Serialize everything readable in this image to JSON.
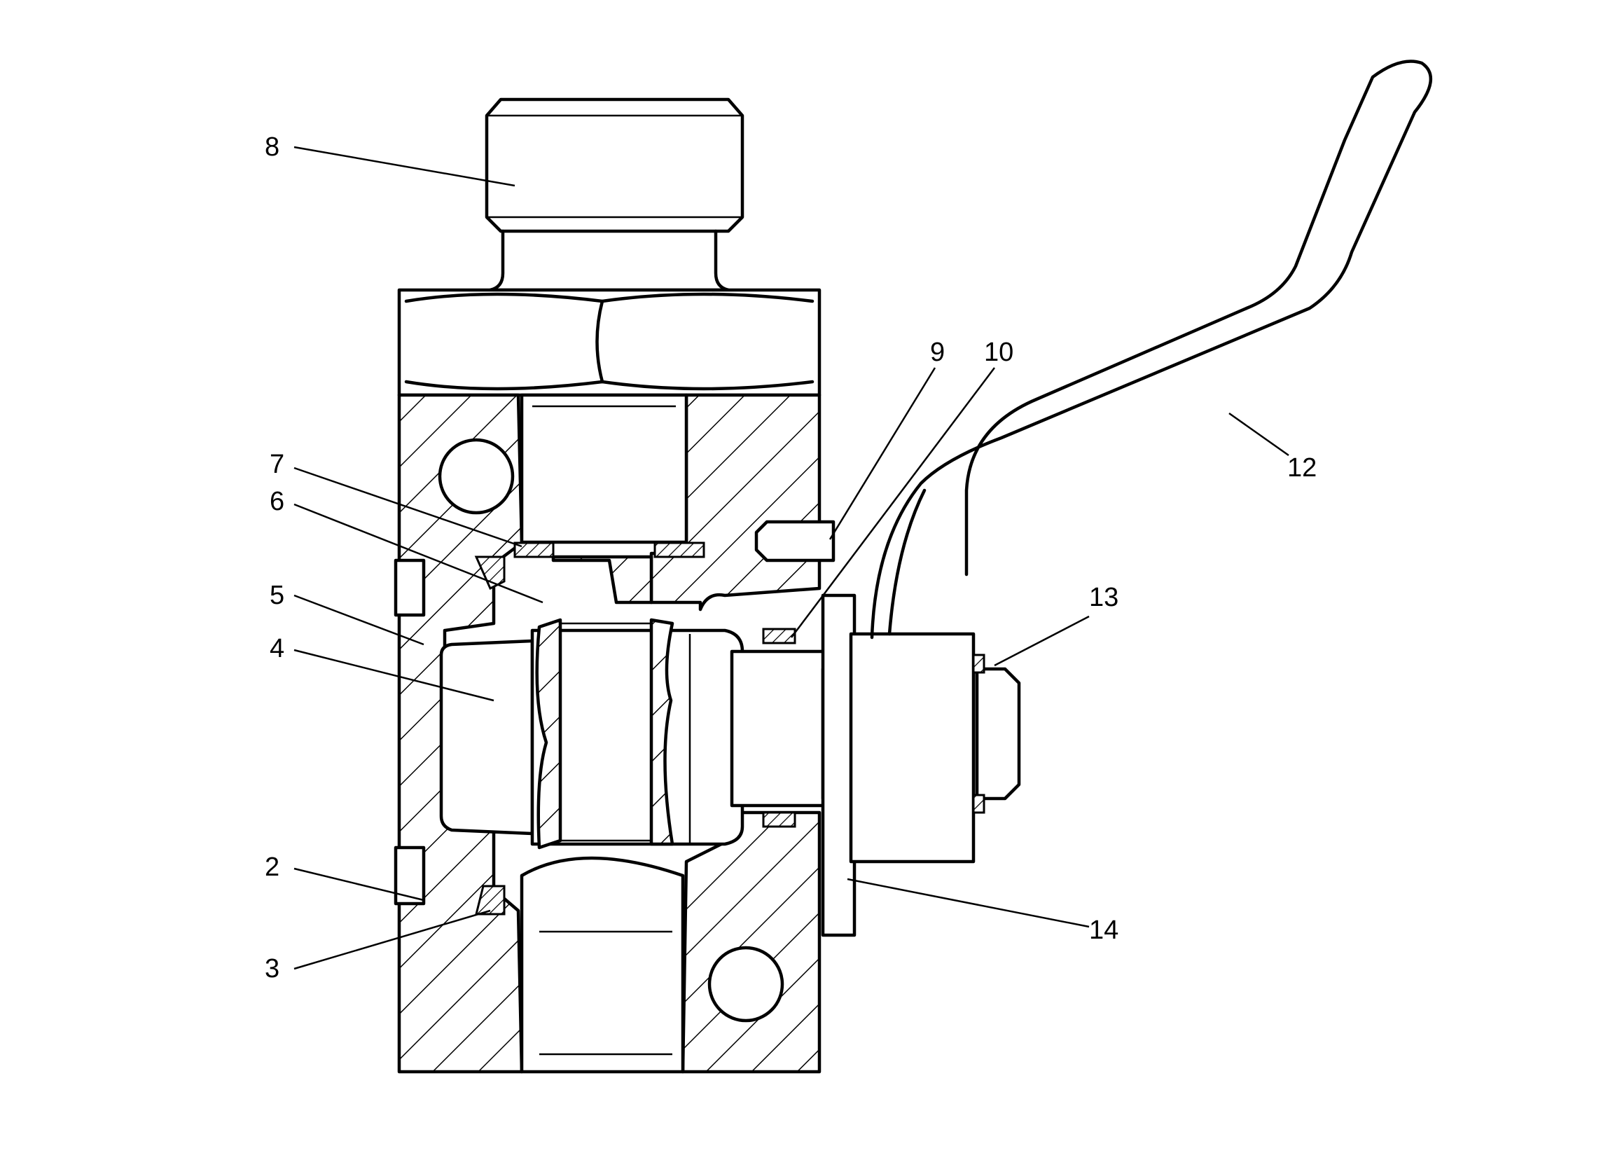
{
  "callouts": [
    {
      "id": "8",
      "text": "8"
    },
    {
      "id": "7",
      "text": "7"
    },
    {
      "id": "6",
      "text": "6"
    },
    {
      "id": "5",
      "text": "5"
    },
    {
      "id": "4",
      "text": "4"
    },
    {
      "id": "2",
      "text": "2"
    },
    {
      "id": "3",
      "text": "3"
    },
    {
      "id": "9",
      "text": "9"
    },
    {
      "id": "10",
      "text": "10"
    },
    {
      "id": "12",
      "text": "12"
    },
    {
      "id": "13",
      "text": "13"
    },
    {
      "id": "14",
      "text": "14"
    }
  ]
}
